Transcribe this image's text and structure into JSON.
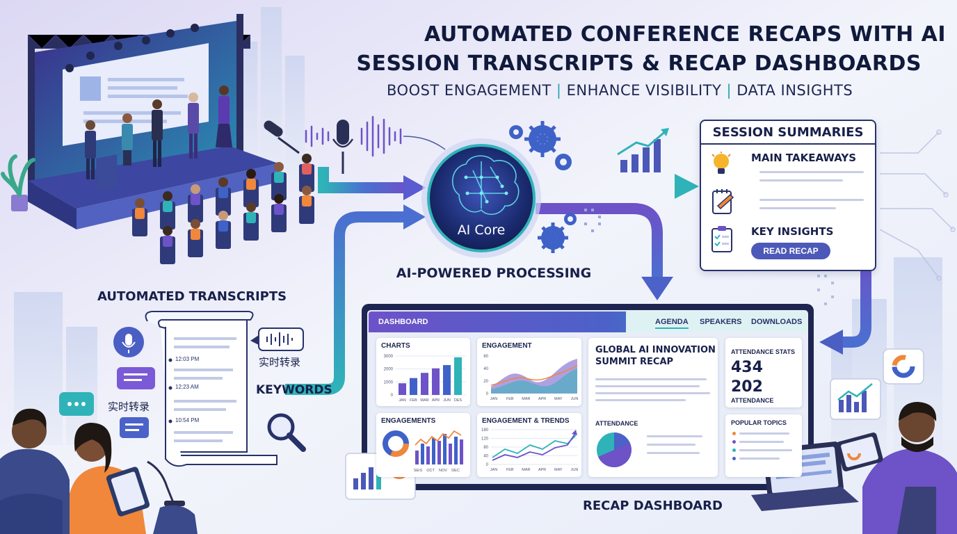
{
  "header": {
    "title_line1": "AUTOMATED CONFERENCE RECAPS WITH AI",
    "title_line2": "SESSION TRANSCRIPTS & RECAP DASHBOARDS",
    "tagline": [
      "BOOST ENGAGEMENT",
      "ENHANCE VISIBILITY",
      "DATA INSIGHTS"
    ]
  },
  "ai_core": {
    "label": "AI Core",
    "caption": "AI-POWERED PROCESSING"
  },
  "transcripts": {
    "heading": "AUTOMATED TRANSCRIPTS",
    "timestamps": [
      "12:03 PM",
      "12:23 AM",
      "10:54 PM"
    ],
    "realtime_label": "实时转录",
    "realtime_label_2": "实时转录",
    "keywords_label": "KEYWORDS"
  },
  "summaries": {
    "title": "SESSION SUMMARIES",
    "main_takeaways": "MAIN TAKEAWAYS",
    "key_insights": "KEY INSIGHTS",
    "read_recap_button": "READ RECAP"
  },
  "dashboard": {
    "title": "DASHBOARD",
    "tabs": [
      "AGENDA",
      "SPEAKERS",
      "DOWNLOADS"
    ],
    "caption": "RECAP DASHBOARD",
    "event_title_line1": "GLOBAL AI INNOVATION",
    "event_title_line2": "SUMMIT RECAP",
    "attendance_label": "ATTENDANCE",
    "attendance_stats": {
      "title": "ATTENDANCE STATS",
      "value1": "434",
      "value2": "202",
      "sublabel": "ATTENDANCE"
    },
    "popular_topics": "POPULAR TOPICS",
    "cards": {
      "charts": {
        "title": "CHARTS",
        "yticks": [
          "3000",
          "2000",
          "1000",
          "0"
        ],
        "months": [
          "JAN",
          "FEB",
          "MAR",
          "APR",
          "JUN",
          "DES"
        ],
        "values": [
          900,
          1300,
          1700,
          2050,
          2300,
          2900
        ]
      },
      "engagement": {
        "title": "ENGAGEMENT",
        "yticks": [
          "60",
          "40",
          "20",
          "0"
        ],
        "months": [
          "JAN",
          "FEB",
          "MAR",
          "APR",
          "MAY",
          "JUN"
        ]
      },
      "engagements": {
        "title": "ENGAGEMENTS",
        "months": [
          "SEIS",
          "OCT",
          "NOV",
          "DEC"
        ]
      },
      "trends": {
        "title": "ENGAGEMENT & TRENDS",
        "yticks": [
          "180",
          "120",
          "80",
          "40",
          "0"
        ],
        "months": [
          "JAN",
          "FEB",
          "MAR",
          "APR",
          "MAY",
          "JUN"
        ]
      }
    }
  },
  "colors": {
    "navy": "#27326a",
    "purple": "#6d52c8",
    "teal": "#2fb3b8",
    "orange": "#f0873a",
    "blue": "#3f62c8"
  }
}
